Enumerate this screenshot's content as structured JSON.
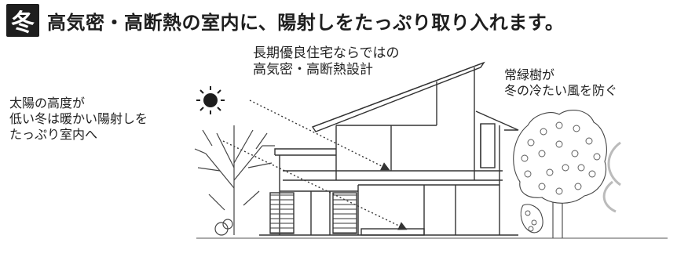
{
  "header": {
    "badge": "冬",
    "title": "高気密・高断熱の室内に、陽射しをたっぷり取り入れます。"
  },
  "labels": {
    "house": [
      "長期優良住宅ならではの",
      "高気密・高断熱設計"
    ],
    "sun": [
      "太陽の高度が",
      "低い冬は暖かい陽射しを",
      "たっぷり室内へ"
    ],
    "tree": [
      "常緑樹が",
      "冬の冷たい風を防ぐ"
    ]
  },
  "colors": {
    "badge_bg": "#1e1e1e",
    "line": "#333333"
  },
  "icons": [
    "sun-icon",
    "deciduous-tree-icon",
    "evergreen-tree-icon",
    "wind-icon"
  ]
}
